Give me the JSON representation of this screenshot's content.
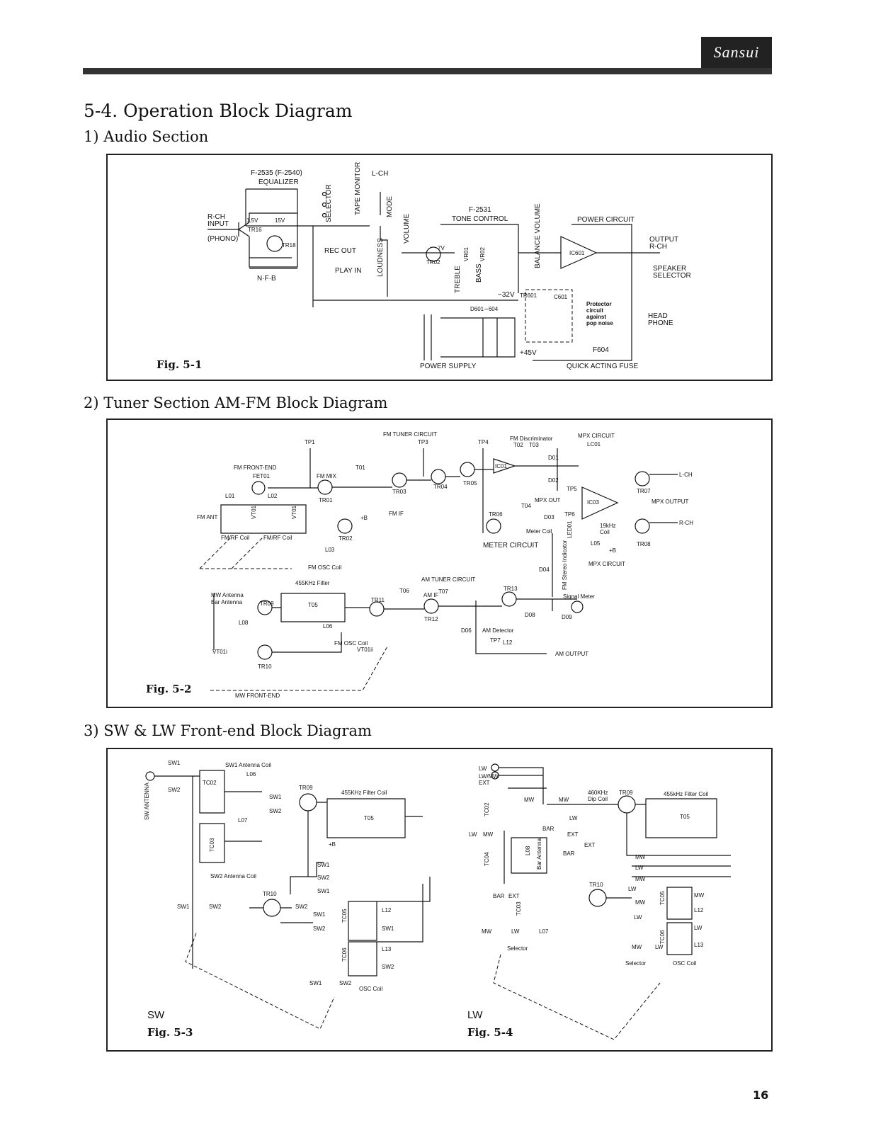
{
  "header": {
    "brand": "Sansui",
    "page_number": "16"
  },
  "section": {
    "title": "5-4. Operation Block Diagram"
  },
  "audio": {
    "heading": "1) Audio Section",
    "fig": "Fig. 5-1",
    "labels": {
      "equalizer_model": "F-2535 (F-2540)",
      "equalizer": "EQUALIZER",
      "rch_input": "R-CH",
      "input": "INPUT",
      "phono": "(PHONO)",
      "v15a": "1.5V",
      "v15b": "15V",
      "tr16": "TR16",
      "tr18": "TR18",
      "nfb": "N·F·B",
      "selector": "SELECTOR",
      "tape_monitor": "TAPE MONITOR",
      "lch": "L-CH",
      "mode": "MODE",
      "rec_out": "REC OUT",
      "play_in": "PLAY IN",
      "loudness": "LOUDNESS",
      "volume": "VOLUME",
      "tone_model": "F-2531",
      "tone_control": "TONE CONTROL",
      "v7": "7V",
      "tr02": "TR02",
      "vr01": "VR01",
      "vr02": "VR02",
      "treble": "TREBLE",
      "bass": "BASS",
      "balance_volume": "BALANCE VOLUME",
      "power_circuit": "POWER CIRCUIT",
      "ic601": "IC601",
      "output": "OUTPUT",
      "output_rch": "R-CH",
      "speaker": "SPEAKER",
      "speaker_selector": "SELECTOR",
      "head": "HEAD",
      "phone": "PHONE",
      "v32": "−32V",
      "tr601": "TR601",
      "c601": "C601",
      "protector1": "Protector",
      "protector2": "circuit",
      "protector3": "against",
      "protector4": "pop noise",
      "d601": "D601∼604",
      "v45": "+45V",
      "f604": "F604",
      "power_supply": "POWER SUPPLY",
      "quick_fuse": "QUICK ACTING FUSE"
    }
  },
  "tuner": {
    "heading": "2) Tuner Section AM-FM Block Diagram",
    "fig": "Fig. 5-2",
    "labels": {
      "fm_tuner_circuit": "FM TUNER CIRCUIT",
      "tp1": "TP1",
      "tp3": "TP3",
      "tp4": "TP4",
      "fm_front_end": "FM FRONT-END",
      "fet01": "FET01",
      "fm_mix": "FM MIX",
      "t01": "T01",
      "tr01": "TR01",
      "tr03": "TR03",
      "tr04": "TR04",
      "tr05": "TR05",
      "l01": "L01",
      "l02": "L02",
      "vt01": "VT01",
      "fm_ant": "FM ANT",
      "fm_rf_coil1": "FM/RF Coil",
      "fm_rf_coil2": "FM/RF Coil",
      "fm_if": "FM IF",
      "plus_b1": "+B",
      "tr02": "TR02",
      "l03": "L03",
      "fm_osc_coil": "FM OSC Coil",
      "fm_disc": "FM Discriminator",
      "t02": "T02",
      "t03": "T03",
      "d01": "D01",
      "d02": "D02",
      "ic01": "IC01",
      "mpx_circuit": "MPX CIRCUIT",
      "lc01": "LC01",
      "tp5": "TP5",
      "ic03": "IC03",
      "mpx_out": "MPX OUT",
      "t04": "T04",
      "d03": "D03",
      "tp6": "TP6",
      "tr06": "TR06",
      "meter_coil": "Meter Coil",
      "meter_circuit": "METER CIRCUIT",
      "d04": "D04",
      "led01": "LED01",
      "fm_stereo_ind": "FM Stereo Indicator",
      "coil_19k": "19kHz",
      "coil": "Coil",
      "l05": "L05",
      "plus_b2": "+B",
      "mpx_circuit2": "MPX CIRCUIT",
      "tr07": "TR07",
      "lch": "L-CH",
      "mpx_output": "MPX OUTPUT",
      "tr08": "TR08",
      "rch": "R-CH",
      "filter455": "455KHz Filter",
      "am_tuner_circuit": "AM TUNER CIRCUIT",
      "mw_antenna": "MW Antenna",
      "bar_antenna": "Bar Antenna",
      "tr09": "TR09",
      "t05": "T05",
      "tr11": "TR11",
      "t06": "T06",
      "am_if": "AM IF",
      "t07": "T07",
      "tr12": "TR12",
      "tr13": "TR13",
      "signal_meter": "Signal Meter",
      "d08": "D08",
      "d09": "D09",
      "l08": "L08",
      "l06": "L06",
      "fm_osc_coil2": "FM OSC Coil",
      "d06": "D06",
      "am_detector": "AM Detector",
      "tp7": "TP7",
      "l12": "L12",
      "am_output": "AM OUTPUT",
      "vt01ii": "VT01ii",
      "vt01i": "VT01i",
      "tr10": "TR10",
      "mw_front_end": "MW FRONT-END"
    }
  },
  "swlw": {
    "heading": "3) SW & LW Front-end Block Diagram",
    "fig3": "Fig. 5-3",
    "fig4": "Fig. 5-4",
    "sw_label": "SW",
    "lw_label": "LW",
    "sw": {
      "sw1": "SW1",
      "sw2": "SW2",
      "sw_antenna": "SW ANTENNA",
      "sw1_ant_coil": "SW1 Antenna Coil",
      "l06": "L06",
      "tc02": "TC02",
      "tr09": "TR09",
      "filter": "455KHz Filter Coil",
      "t05": "T05",
      "l07": "L07",
      "tc03": "TC03",
      "plus_b": "+B",
      "sw2_ant_coil": "SW2 Antenna Coil",
      "tr10": "TR10",
      "tc05": "TC05",
      "tc06": "TC06",
      "l12": "L12",
      "l13": "L13",
      "osc_coil": "OSC Coil"
    },
    "lw": {
      "lw": "LW",
      "lw_mw": "LW/MW",
      "ext": "EXT",
      "tc02": "TC02",
      "mw": "MW",
      "bar": "BAR",
      "bar_antenna": "Bar Antenna",
      "l08": "L08",
      "l07": "L07",
      "tc04": "TC04",
      "tc03": "TC03",
      "dip_coil": "460KHz",
      "dip_coil2": "Dip Coil",
      "tr09": "TR09",
      "filter": "455kHz Filter Coil",
      "t05": "T05",
      "tr10": "TR10",
      "tc05": "TC05",
      "tc06": "TC06",
      "l12": "L12",
      "l13": "L13",
      "selector": "Selector",
      "osc_coil": "OSC Coil"
    }
  }
}
